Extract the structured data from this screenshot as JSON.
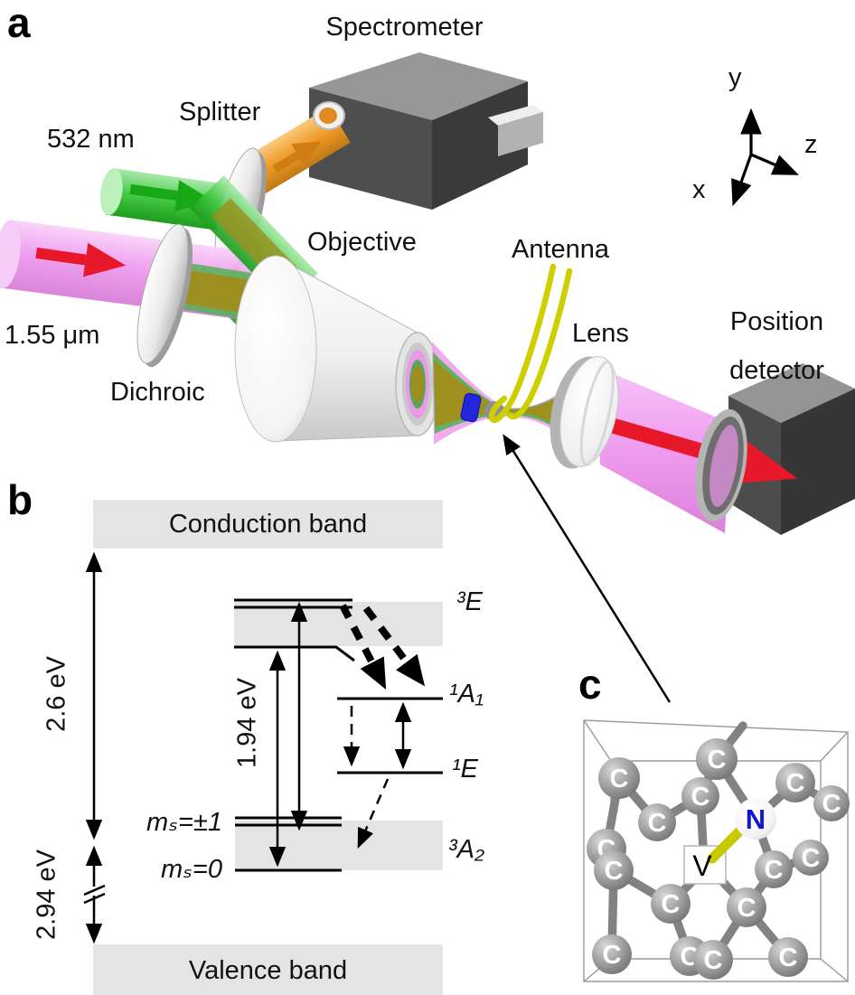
{
  "panels": {
    "a": {
      "label": "a",
      "components": {
        "spectrometer": "Spectrometer",
        "splitter": "Splitter",
        "green_laser": "532 nm",
        "ir_laser": "1.55 μm",
        "dichroic": "Dichroic",
        "objective": "Objective",
        "antenna": "Antenna",
        "lens": "Lens",
        "detector_line1": "Position",
        "detector_line2": "detector"
      },
      "axes": {
        "x": "x",
        "y": "y",
        "z": "z"
      }
    },
    "b": {
      "label": "b",
      "bands": {
        "conduction": "Conduction band",
        "valence": "Valence band"
      },
      "energies": {
        "gap_upper": "2.6 eV",
        "zpl": "1.94 eV",
        "gap_lower": "2.94 eV"
      },
      "levels": {
        "excited_triplet": "³E",
        "singlet_upper": "¹A₁",
        "singlet_lower": "¹E",
        "ground_triplet": "³A₂"
      },
      "spin_states": {
        "ms_pm1": "mₛ=±1",
        "ms_0": "mₛ=0"
      }
    },
    "c": {
      "label": "c",
      "atoms": {
        "carbon": "C",
        "nitrogen": "N",
        "vacancy": "V"
      }
    }
  },
  "colors": {
    "beam_green": "#3ec43e",
    "beam_orange": "#f09a28",
    "beam_pink": "#ee96ee",
    "beam_core_olive": "#9c8f1f",
    "arrow_red": "#e6182a",
    "antenna_yellow": "#d2d200",
    "particle_blue": "#2525dd",
    "band_gray": "#e4e4e4",
    "nitrogen_blue": "#1515d0"
  }
}
